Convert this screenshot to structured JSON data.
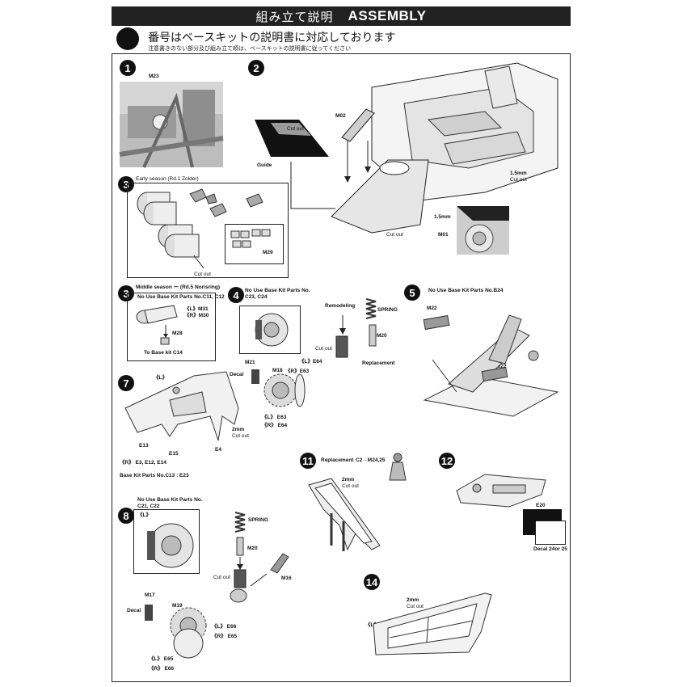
{
  "header": {
    "title_jp": "組み立て説明",
    "title_en": "ASSEMBLY"
  },
  "intro": {
    "text": "番号はベースキットの説明書に対応しております",
    "note": "注意書きのない部分及び組み立て順は、ベースキットの説明書に従ってください"
  },
  "steps": {
    "s1": {
      "num": "1",
      "part": "M23"
    },
    "s2": {
      "num": "2",
      "cut_out_a": "Cut out",
      "guide": "Guide",
      "m02": "M02",
      "dim_a": "1.5mm",
      "dim_a_note": "Cut out",
      "dim_b": "1.5mm",
      "cut_out_b": "Cut out",
      "m01": "M01"
    },
    "s3a": {
      "num": "3",
      "title": "Early season (Rd.1 Zolder)",
      "cut_out": "Cut out",
      "m29": "M29"
    },
    "s3b": {
      "num": "3",
      "title": "Middle season ー (Rd.5 Norisring)",
      "note": "No Use Base Kit Parts No.C11, C12",
      "l": "《L》M31",
      "r": "《R》M30",
      "m28": "M28",
      "to_base": "To Base kit C14"
    },
    "s4": {
      "num": "4",
      "note1": "No Use Base Kit Parts No.",
      "note2": "C23, C24",
      "remodeling": "Remodeling",
      "spring": "SPRING",
      "cut_out": "Cut out",
      "m20": "M20",
      "replacement": "Replacement",
      "m21": "M21",
      "decal": "Decal",
      "m18": "M18",
      "l_e64": "《L》E64",
      "r_e63": "《R》E63",
      "l_e63": "《L》 E63",
      "r_e64": "《R》 E64"
    },
    "s5": {
      "num": "5",
      "note": "No Use Base Kit Parts No.B24",
      "m22a": "M22",
      "m22b": "M22"
    },
    "s7": {
      "num": "7",
      "l": "《L》",
      "e13": "E13",
      "e15": "E15",
      "e4": "E4",
      "dim": "2mm",
      "cut_out": "Cut out",
      "r_parts": "《R》 E3, E12, E14",
      "base_parts": "Base Kit Parts No.C13 : E23"
    },
    "s8": {
      "num": "8",
      "note1": "No Use Base Kit Parts No.",
      "note2": "C21, C22",
      "l": "《L》",
      "spring": "SPRING",
      "m20": "M20",
      "cut_out": "Cut out",
      "m16": "M16",
      "m17": "M17",
      "decal": "Decal",
      "m19": "M19",
      "l_e66": "《L》 E66",
      "r_e65": "《R》 E65",
      "l_e65": "《L》 E65",
      "r_e66": "《R》 E66"
    },
    "s11": {
      "num": "11",
      "replacement": "Replacement",
      "map": "C2→M24,25",
      "dim": "2mm",
      "cut_out": "Cut out"
    },
    "s12": {
      "num": "12",
      "e20": "E20",
      "decal": "Decal 24or 25"
    },
    "s14": {
      "num": "14",
      "dim": "2mm",
      "cut_out": "Cut out",
      "l": "《L》"
    }
  }
}
